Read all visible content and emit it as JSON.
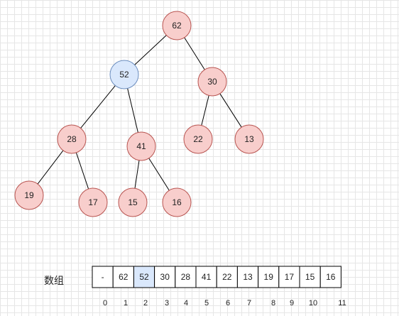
{
  "colors": {
    "node_fill": "#f8cecc",
    "node_stroke": "#b85450",
    "highlight_fill": "#dae8fc",
    "highlight_stroke": "#6c8ebf",
    "edge": "#000000",
    "cell_stroke": "#000000"
  },
  "tree": {
    "nodes": [
      {
        "id": "n1",
        "label": "62",
        "highlight": false
      },
      {
        "id": "n2",
        "label": "52",
        "highlight": true
      },
      {
        "id": "n3",
        "label": "30",
        "highlight": false
      },
      {
        "id": "n4",
        "label": "28",
        "highlight": false
      },
      {
        "id": "n5",
        "label": "41",
        "highlight": false
      },
      {
        "id": "n6",
        "label": "22",
        "highlight": false
      },
      {
        "id": "n7",
        "label": "13",
        "highlight": false
      },
      {
        "id": "n8",
        "label": "19",
        "highlight": false
      },
      {
        "id": "n9",
        "label": "17",
        "highlight": false
      },
      {
        "id": "n10",
        "label": "15",
        "highlight": false
      },
      {
        "id": "n11",
        "label": "16",
        "highlight": false
      }
    ],
    "edges": [
      [
        "n1",
        "n2"
      ],
      [
        "n1",
        "n3"
      ],
      [
        "n2",
        "n4"
      ],
      [
        "n2",
        "n5"
      ],
      [
        "n3",
        "n6"
      ],
      [
        "n3",
        "n7"
      ],
      [
        "n4",
        "n8"
      ],
      [
        "n4",
        "n9"
      ],
      [
        "n5",
        "n10"
      ],
      [
        "n5",
        "n11"
      ]
    ]
  },
  "array": {
    "label": "数组",
    "cells": [
      {
        "value": "-",
        "highlight": false
      },
      {
        "value": "62",
        "highlight": false
      },
      {
        "value": "52",
        "highlight": true
      },
      {
        "value": "30",
        "highlight": false
      },
      {
        "value": "28",
        "highlight": false
      },
      {
        "value": "41",
        "highlight": false
      },
      {
        "value": "22",
        "highlight": false
      },
      {
        "value": "13",
        "highlight": false
      },
      {
        "value": "19",
        "highlight": false
      },
      {
        "value": "17",
        "highlight": false
      },
      {
        "value": "15",
        "highlight": false
      },
      {
        "value": "16",
        "highlight": false
      }
    ],
    "indices": [
      "0",
      "1",
      "2",
      "3",
      "4",
      "5",
      "6",
      "7",
      "8",
      "9",
      "10",
      "11"
    ]
  }
}
